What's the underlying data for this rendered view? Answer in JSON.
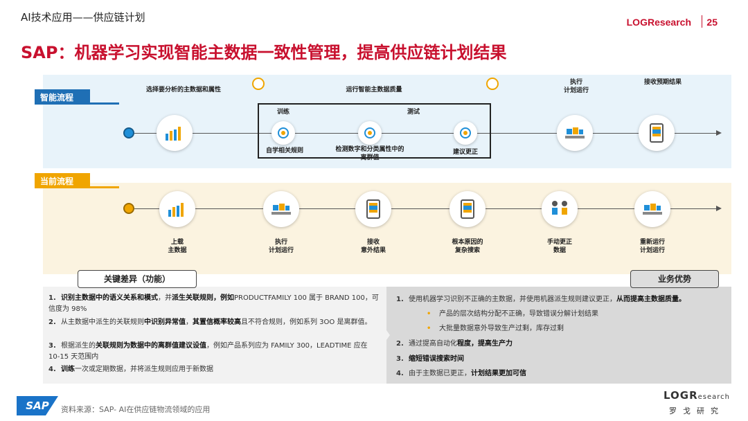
{
  "header": {
    "category": "AI技术应用——供应链计划",
    "brand": "LOGResearch",
    "page_number": "25",
    "title": "SAP：机器学习实现智能主数据一致性管理，提高供应链计划结果"
  },
  "smart_flow": {
    "tag": "智能流程",
    "top_labels": {
      "select": "选择要分析的主数据和属性",
      "run_quality": "运行智能主数据质量",
      "execute": "执行\n计划运行",
      "receive": "接收预期结果"
    },
    "box_labels": {
      "train": "训练",
      "test": "测试"
    },
    "steps": [
      "自学相关规则",
      "检测数字和分类属性中的\n离群值",
      "建议更正"
    ]
  },
  "current_flow": {
    "tag": "当前流程",
    "steps": [
      "上载\n主数据",
      "执行\n计划运行",
      "接收\n意外结果",
      "根本原因的\n复杂搜索",
      "手动更正\n数据",
      "重新运行\n计划运行"
    ]
  },
  "differences": {
    "header": "关键差异（功能）",
    "items": [
      {
        "num": "1.",
        "bold1": "识别主数据中的语义关系和模式",
        "text1": "，并",
        "bold2": "派生关联规则，例如",
        "text2": "PRODUCTFAMILY 100 属于 BRAND 100，可信度为 98%"
      },
      {
        "num": "2.",
        "text1": "从主数据中派生的关联规则",
        "bold1": "中识别异常值",
        "text2": "，",
        "bold2": "其置信概率较高",
        "text3": "且不符合规则，例如系列 3OO 是离群值。"
      },
      {
        "num": "3.",
        "text1": "根据派生的",
        "bold1": "关联规则为数据中的离群值建议设值",
        "text2": "，例如产品系列应为 FAMILY 300，LEADTIME 应在 10-15 天范围内"
      },
      {
        "num": "4.",
        "bold1": "训练",
        "text1": "一次或定期数据，并将派生规则应用于新数据"
      }
    ]
  },
  "advantages": {
    "header": "业务优势",
    "items": [
      {
        "num": "1.",
        "text1": "使用机器学习识别不正确的主数据，并使用机器派生规则建议更正，",
        "bold1": "从而提高主数据质量。"
      },
      {
        "num": "•",
        "text1": "产品的层次结构分配不正确，导致错误分解计划结果"
      },
      {
        "num": "•",
        "text1": "大批量数据意外导致生产过剩，库存过剩"
      },
      {
        "num": "2.",
        "text1": "通过提高自动化",
        "bold1": "程度，提高生产力"
      },
      {
        "num": "3.",
        "bold1": "缩短错误搜索时间"
      },
      {
        "num": "4.",
        "text1": "由于主数据已更正，",
        "bold1": "计划结果更加可信"
      }
    ]
  },
  "footer": {
    "sap_logo": "SAP",
    "source": "资料来源：SAP- AI在供应链物流领域的应用",
    "logo_main": "LOGR",
    "logo_sub": "esearch",
    "logo_cn": "罗戈研究"
  },
  "colors": {
    "accent_red": "#c8102e",
    "smart_blue": "#1f6fb5",
    "current_orange": "#f0a500"
  }
}
